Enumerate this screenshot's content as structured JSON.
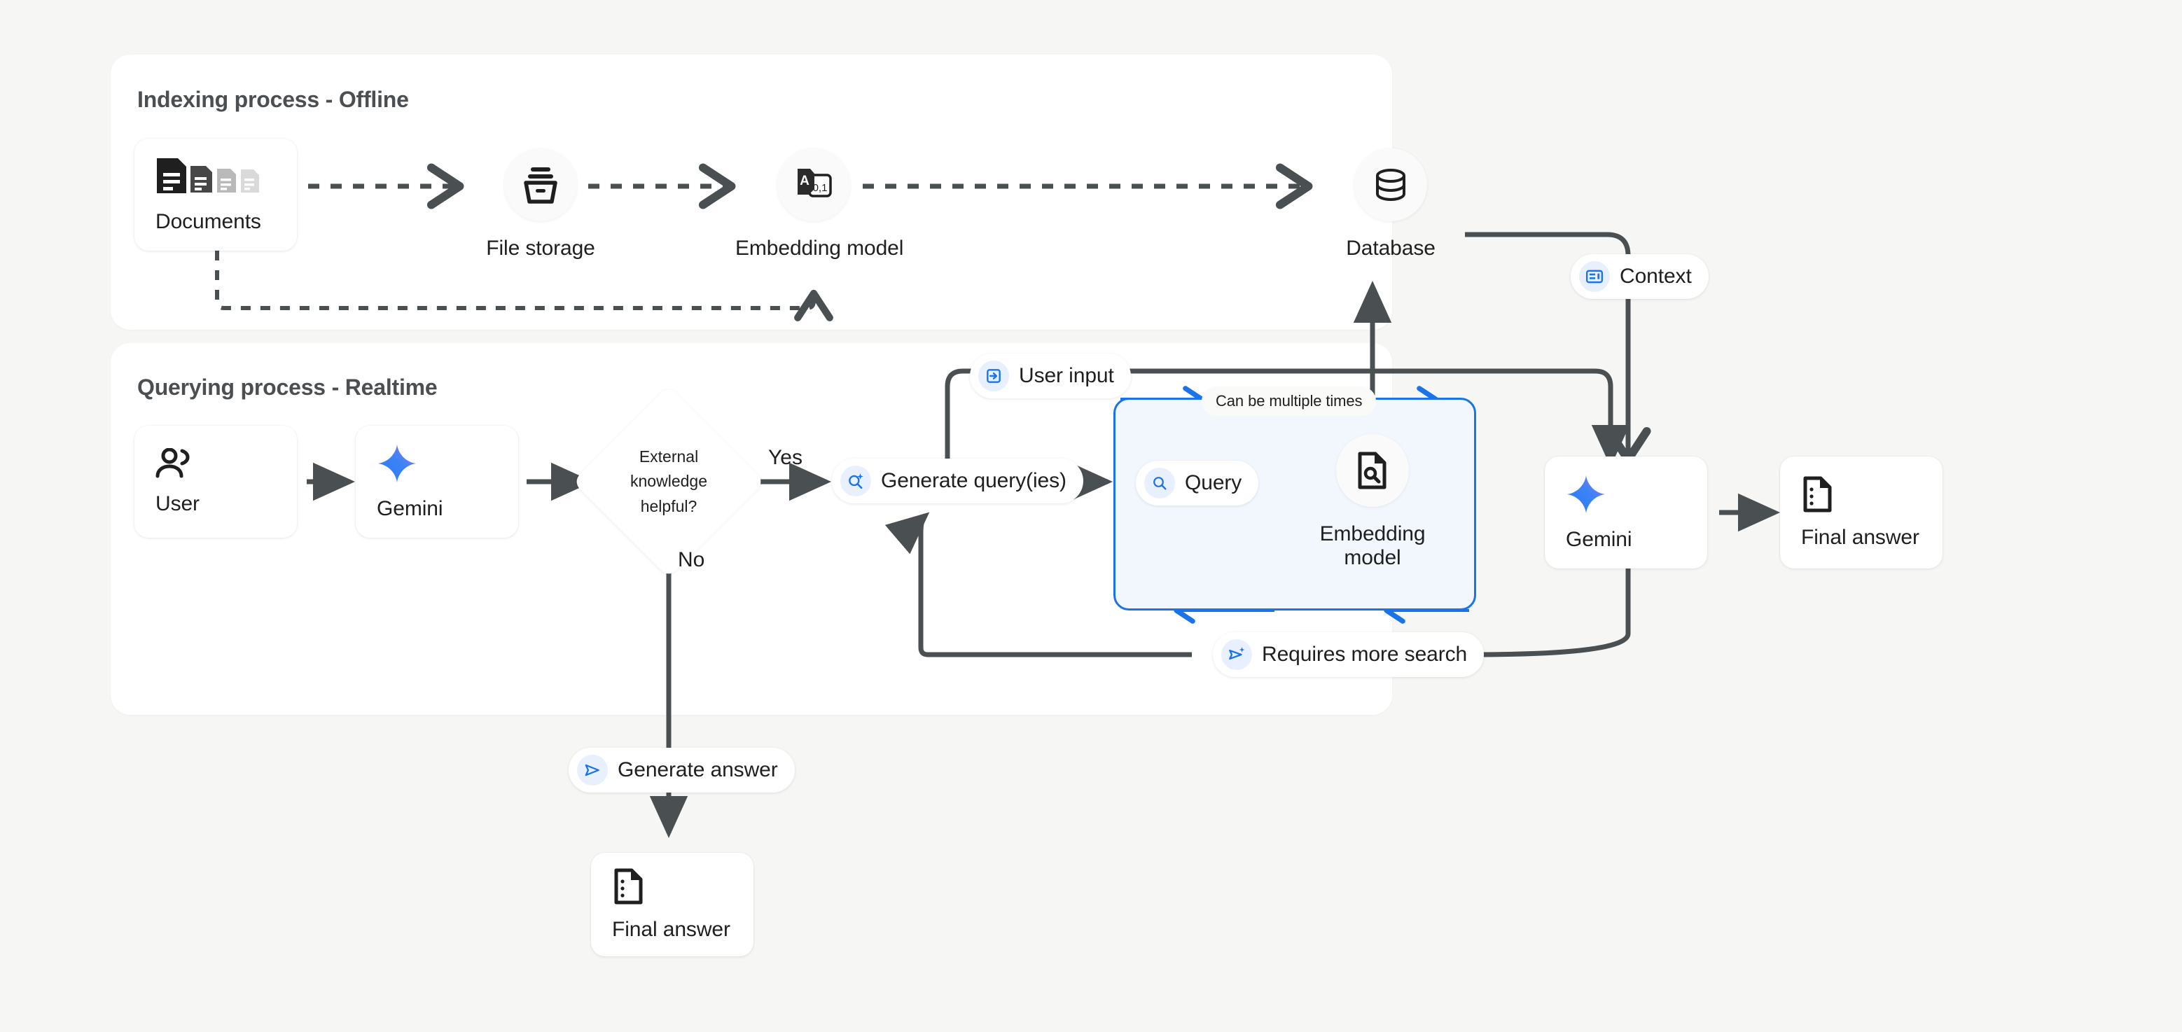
{
  "background_color": "#f6f6f4",
  "accent_color": "#1a73e8",
  "line_color": "#4a4f52",
  "panels": {
    "indexing": {
      "title": "Indexing process - Offline"
    },
    "querying": {
      "title": "Querying process - Realtime"
    }
  },
  "indexing": {
    "documents": {
      "label": "Documents",
      "icon": "documents-icon"
    },
    "file_storage": {
      "label": "File storage",
      "icon": "file-storage-icon"
    },
    "embedding_model": {
      "label": "Embedding model",
      "icon": "embedding-model-icon"
    },
    "database": {
      "label": "Database",
      "icon": "database-icon"
    }
  },
  "querying": {
    "user": {
      "label": "User",
      "icon": "user-icon"
    },
    "gemini": {
      "label": "Gemini",
      "icon": "gemini-sparkle-icon"
    },
    "decision": {
      "line1": "External",
      "line2": "knowledge",
      "line3": "helpful?"
    },
    "yes_label": "Yes",
    "no_label": "No",
    "generate_queries": {
      "label": "Generate query(ies)",
      "icon": "search-sparkle-icon"
    },
    "query": {
      "label": "Query",
      "icon": "search-icon"
    },
    "loop_embedding_model": {
      "line1": "Embedding",
      "line2": "model",
      "icon": "document-search-icon"
    },
    "loop_note": "Can be multiple times",
    "requires_more_search": {
      "label": "Requires more search",
      "icon": "send-sparkle-icon"
    },
    "generate_answer": {
      "label": "Generate answer",
      "icon": "send-icon"
    },
    "final_answer_bottom": {
      "label": "Final answer",
      "icon": "answer-doc-icon"
    },
    "gemini_right": {
      "label": "Gemini",
      "icon": "gemini-sparkle-icon"
    },
    "final_answer_right": {
      "label": "Final answer",
      "icon": "answer-doc-icon"
    }
  },
  "edge_labels": {
    "context": {
      "label": "Context",
      "icon": "context-icon"
    },
    "user_input": {
      "label": "User input",
      "icon": "input-icon"
    }
  }
}
